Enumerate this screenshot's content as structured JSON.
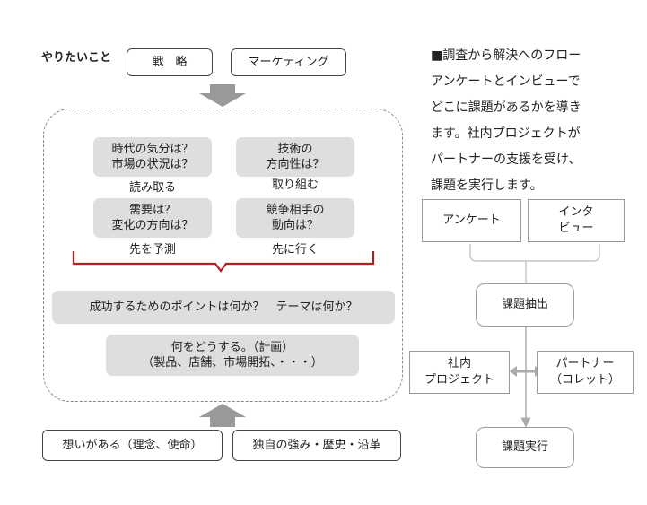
{
  "left": {
    "goal_label": "やりたいこと",
    "goals": [
      "戦　略",
      "マーケティング"
    ],
    "cards": [
      "時代の気分は？\n市場の状況は？",
      "技術の\n方向性は？",
      "需要は？\n変化の方向は？",
      "競争相手の\n動向は？"
    ],
    "actions": [
      "読み取る",
      "取り組む",
      "先を予測",
      "先に行く"
    ],
    "point_bar": "成功するためのポイントは何か？　テーマは何か？",
    "plan_bar": "何をどうする。（計画）\n（製品、店舗、市場開拓、・・・）",
    "foundations": [
      "想いがある（理念、使命）",
      "独自の強み・歴史・沿革"
    ]
  },
  "right": {
    "description": "■調査から解決へのフロー\nアンケートとインビューで\nどこに課題があるかを導き\nます。社内プロジェクトが\nパートナーの支援を受け、\n課題を実行します。",
    "sources": [
      "アンケート",
      "インタ\nビュー"
    ],
    "extract": "課題抽出",
    "internal": "社内\nプロジェクト",
    "partner": "パートナー\n（コレット）",
    "execute": "課題実行"
  },
  "colors": {
    "bracket": "#b02020",
    "arrow": "#999999",
    "pill": "#dedede"
  }
}
